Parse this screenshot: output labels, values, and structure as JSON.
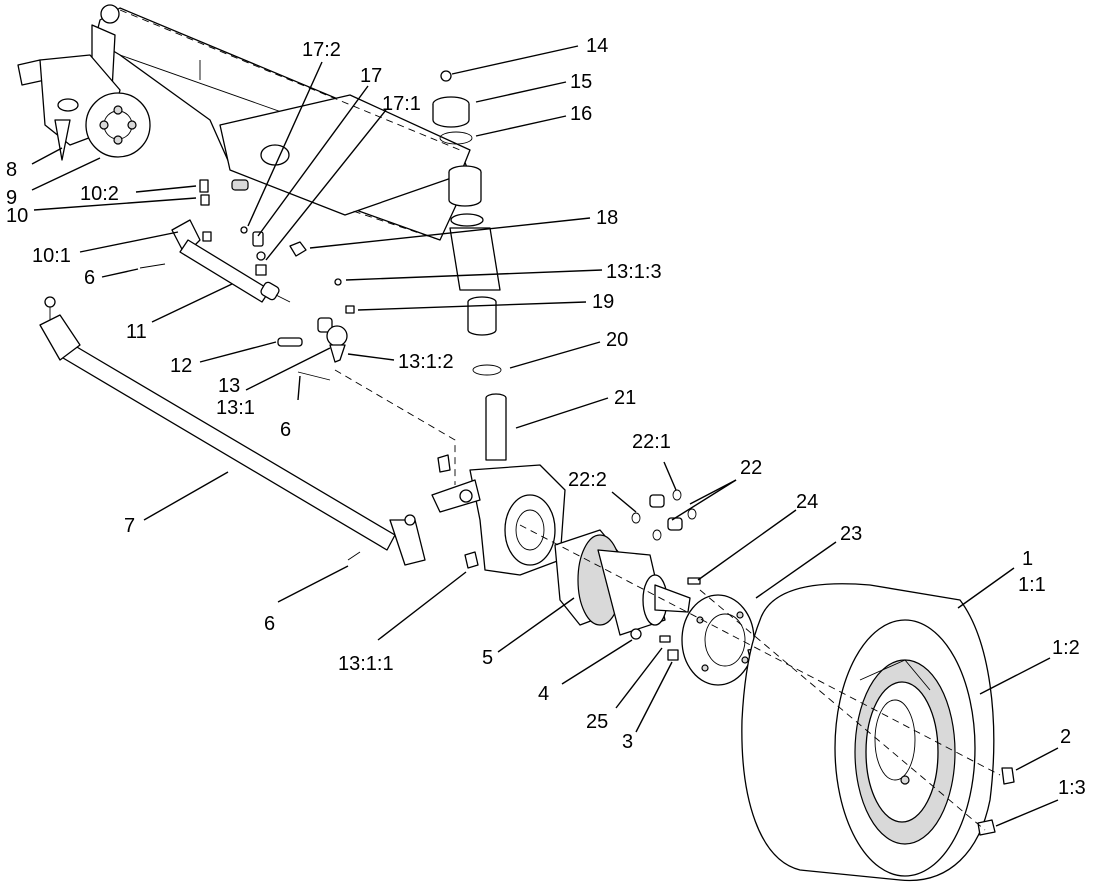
{
  "labels": {
    "l1": "1",
    "l1_1": "1:1",
    "l1_2": "1:2",
    "l1_3": "1:3",
    "l2": "2",
    "l3": "3",
    "l4": "4",
    "l5": "5",
    "l6a": "6",
    "l6b": "6",
    "l6c": "6",
    "l7": "7",
    "l8": "8",
    "l9": "9",
    "l10": "10",
    "l10_1": "10:1",
    "l10_2": "10:2",
    "l11": "11",
    "l12": "12",
    "l13": "13",
    "l13_1": "13:1",
    "l13_1_1": "13:1:1",
    "l13_1_2": "13:1:2",
    "l13_1_3": "13:1:3",
    "l14": "14",
    "l15": "15",
    "l16": "16",
    "l17": "17",
    "l17_1": "17:1",
    "l17_2": "17:2",
    "l18": "18",
    "l19": "19",
    "l20": "20",
    "l21": "21",
    "l22": "22",
    "l22_1": "22:1",
    "l22_2": "22:2",
    "l23": "23",
    "l24": "24",
    "l25": "25"
  }
}
